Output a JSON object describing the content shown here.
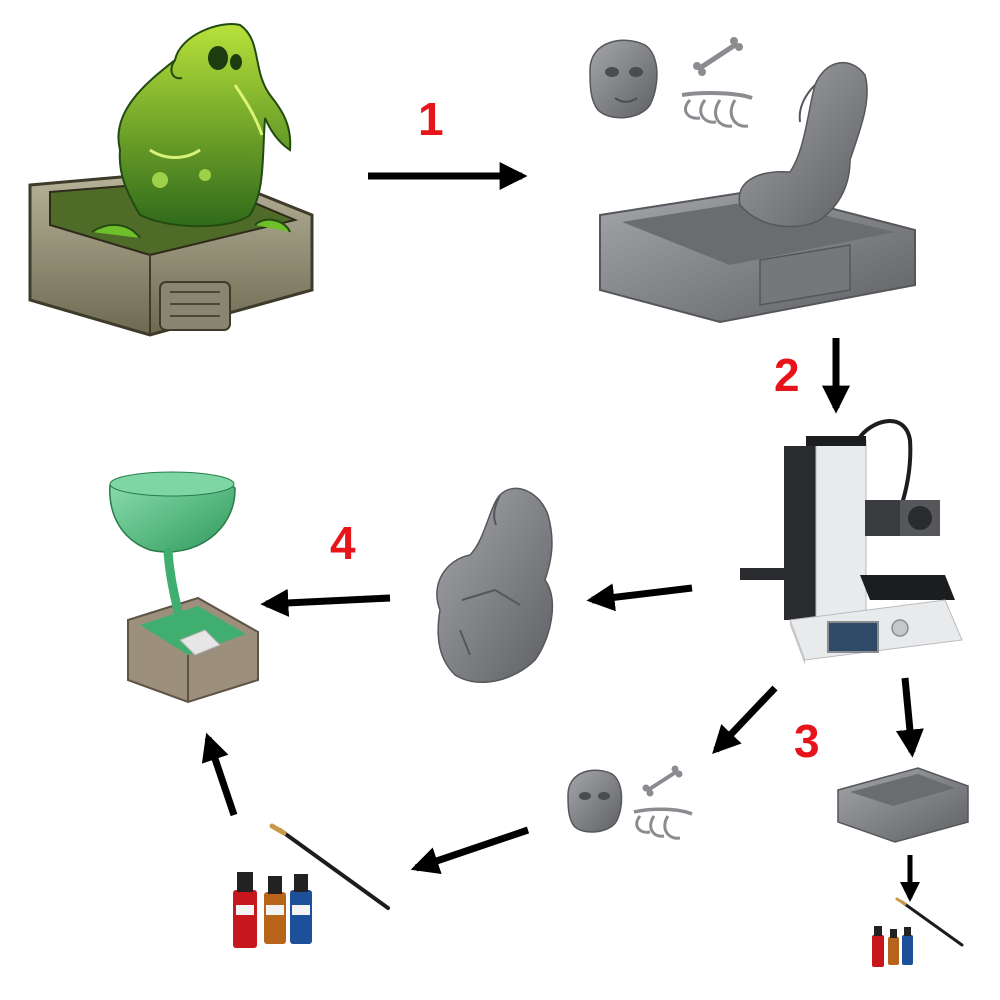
{
  "steps": [
    {
      "label": "1"
    },
    {
      "label": "2"
    },
    {
      "label": "3"
    },
    {
      "label": "4"
    }
  ],
  "colors": {
    "step_label": "#e8141b",
    "arrow": "#000000",
    "print_grey": "#808286",
    "slime_green": "#6fbf2a",
    "silicone_green": "#3fae6e",
    "printer_white": "#e9eaec",
    "printer_black": "#2a2b2e"
  },
  "icons": [
    "illustration-slime-fountain",
    "model-3d-fountain",
    "model-3d-skull",
    "model-3d-bone",
    "model-3d-ribcage",
    "3d-printer-icon",
    "printed-ghost-figure",
    "printed-skull",
    "printed-bone",
    "printed-ribcage",
    "printed-basin",
    "paint-bottles-icon",
    "paintbrush-icon",
    "silicone-mold-pour"
  ]
}
